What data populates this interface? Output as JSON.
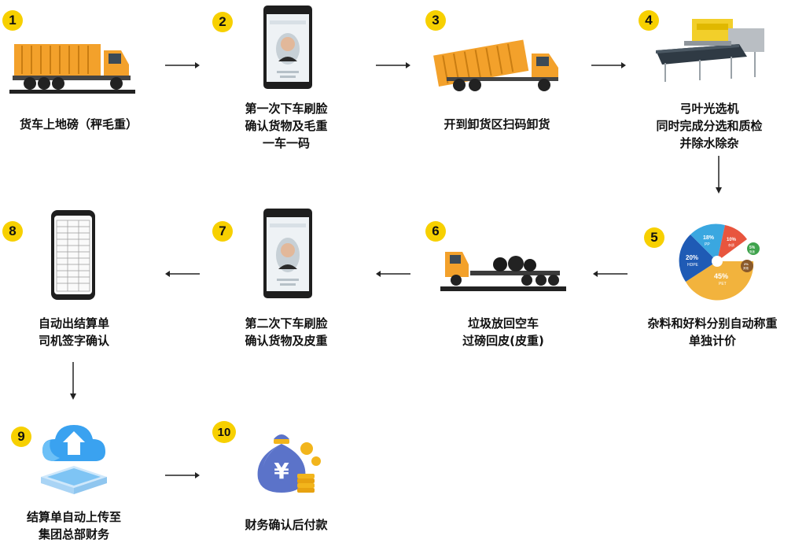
{
  "steps": [
    {
      "num": "1",
      "lines": [
        "货车上地磅（秤毛重）"
      ]
    },
    {
      "num": "2",
      "lines": [
        "第一次下车刷脸",
        "确认货物及毛重",
        "一车一码"
      ]
    },
    {
      "num": "3",
      "lines": [
        "开到卸货区扫码卸货"
      ]
    },
    {
      "num": "4",
      "lines": [
        "弓叶光选机",
        "同时完成分选和质检",
        "并除水除杂"
      ]
    },
    {
      "num": "5",
      "lines": [
        "杂料和好料分别自动称重",
        "单独计价"
      ]
    },
    {
      "num": "6",
      "lines": [
        "垃圾放回空车",
        "过磅回皮(皮重)"
      ]
    },
    {
      "num": "7",
      "lines": [
        "第二次下车刷脸",
        "确认货物及皮重"
      ]
    },
    {
      "num": "8",
      "lines": [
        "自动出结算单",
        "司机签字确认"
      ]
    },
    {
      "num": "9",
      "lines": [
        "结算单自动上传至",
        "集团总部财务"
      ]
    },
    {
      "num": "10",
      "lines": [
        "财务确认后付款"
      ]
    }
  ],
  "pie": {
    "segments": [
      {
        "pct": "18%",
        "label": "PP",
        "color": "#3aa7e0"
      },
      {
        "pct": "10%",
        "label": "杂质",
        "color": "#e8553e"
      },
      {
        "pct": "5%",
        "label": "瓶盖",
        "color": "#3fa34d"
      },
      {
        "pct": "2%",
        "label": "其他",
        "color": "#8a5a2b"
      },
      {
        "pct": "45%",
        "label": "PET",
        "color": "#f2b33d"
      },
      {
        "pct": "20%",
        "label": "HDPE",
        "color": "#1f5bb5"
      }
    ]
  },
  "colors": {
    "badge": "#f7d000",
    "truck": "#f3a12b",
    "arrow": "#222222"
  },
  "icons": {
    "arrow": "right-arrow-icon",
    "cloud": "cloud-upload-icon",
    "money": "money-bag-icon",
    "yen": "yen-symbol"
  }
}
